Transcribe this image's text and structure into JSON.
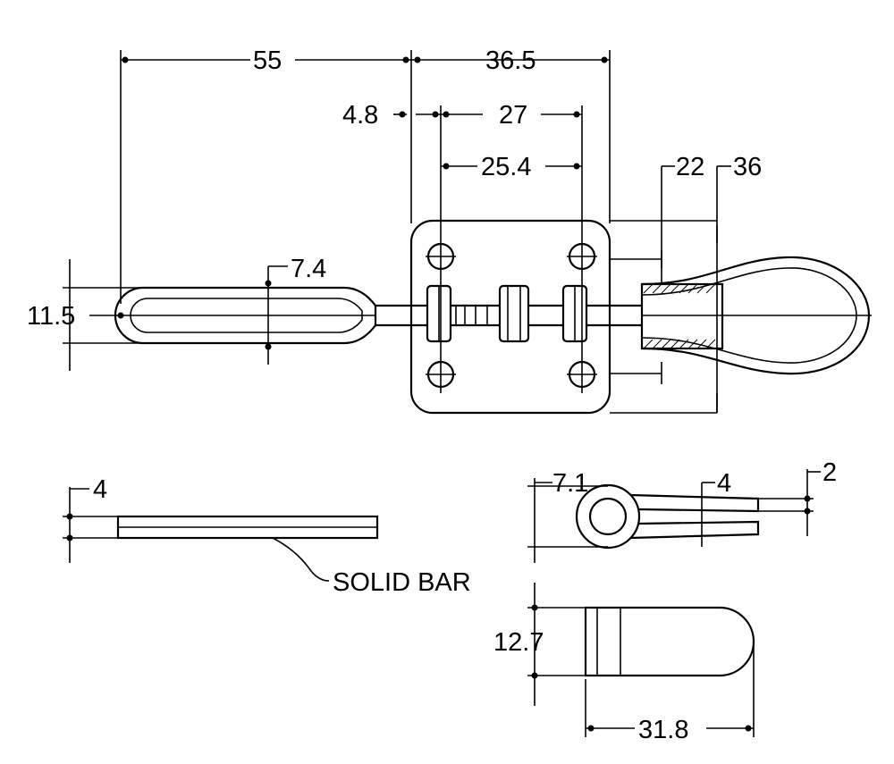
{
  "dimensions": {
    "overall_handle_length": "55",
    "base_width": "36.5",
    "hole_offset": "4.8",
    "hole_spacing_upper": "27",
    "hole_spacing_lower": "25.4",
    "spindle_min": "22",
    "spindle_max": "36",
    "handle_width": "7.4",
    "handle_height": "11.5",
    "bar_thickness": "4",
    "clip_width": "7.1",
    "clip_gap": "4",
    "clip_thickness": "2",
    "tip_height": "12.7",
    "tip_length": "31.8"
  },
  "labels": {
    "solid_bar": "SOLID BAR"
  }
}
